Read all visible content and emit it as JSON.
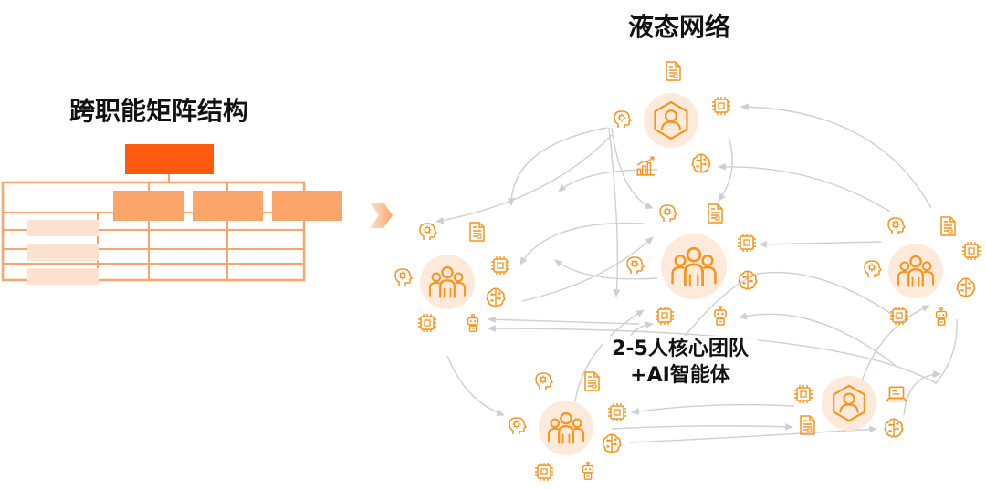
{
  "left": {
    "title": "跨职能矩阵结构"
  },
  "right": {
    "title": "液态网络"
  },
  "center_label": {
    "line1": "2-5人核心团队",
    "line2": "+AI智能体"
  },
  "colors": {
    "accent_dark": "#ff5a0f",
    "accent": "#fca56b",
    "accent_light": "#fde3cf",
    "icon_stroke": "#f7941d",
    "halo": "#fdeadb",
    "connector": "#cfcfcf"
  },
  "icons": [
    "person-icon",
    "team-icon",
    "brain-gear-icon",
    "document-icon",
    "chip-icon",
    "ai-brain-icon",
    "robot-icon",
    "chart-icon",
    "laptop-icon"
  ]
}
